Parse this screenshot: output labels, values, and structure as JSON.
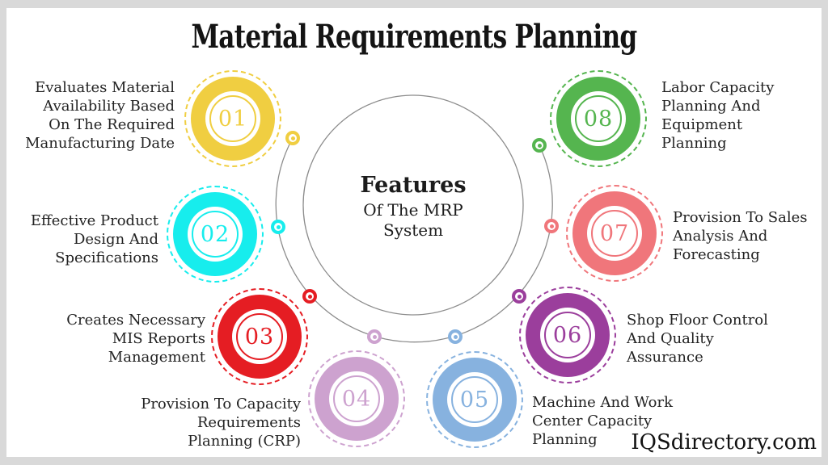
{
  "title": "Material Requirements Planning",
  "center": {
    "heading": "Features",
    "subheading": "Of The MRP\nSystem"
  },
  "watermark": "IQSdirectory.com",
  "colors": {
    "frame": "#d9d9d9",
    "connector_line": "#8c8c8c",
    "body_text": "#222222",
    "title_text": "#141414"
  },
  "items": [
    {
      "number": "01",
      "label": "Evaluates Material\nAvailability Based\nOn The Required\nManufacturing Date",
      "color": "#F0CE41"
    },
    {
      "number": "02",
      "label": "Effective Product\nDesign And\nSpecifications",
      "color": "#17EDED"
    },
    {
      "number": "03",
      "label": "Creates Necessary\nMIS Reports\nManagement",
      "color": "#E51D23"
    },
    {
      "number": "04",
      "label": "Provision To Capacity\nRequirements\nPlanning (CRP)",
      "color": "#CDA2CF"
    },
    {
      "number": "05",
      "label": "Machine And Work\nCenter Capacity\nPlanning",
      "color": "#87B2DF"
    },
    {
      "number": "06",
      "label": "Shop Floor Control\nAnd Quality\nAssurance",
      "color": "#9B3E9C"
    },
    {
      "number": "07",
      "label": "Provision To Sales\nAnalysis And\nForecasting",
      "color": "#F0767B"
    },
    {
      "number": "08",
      "label": "Labor Capacity\nPlanning And\nEquipment\nPlanning",
      "color": "#55B54F"
    }
  ]
}
